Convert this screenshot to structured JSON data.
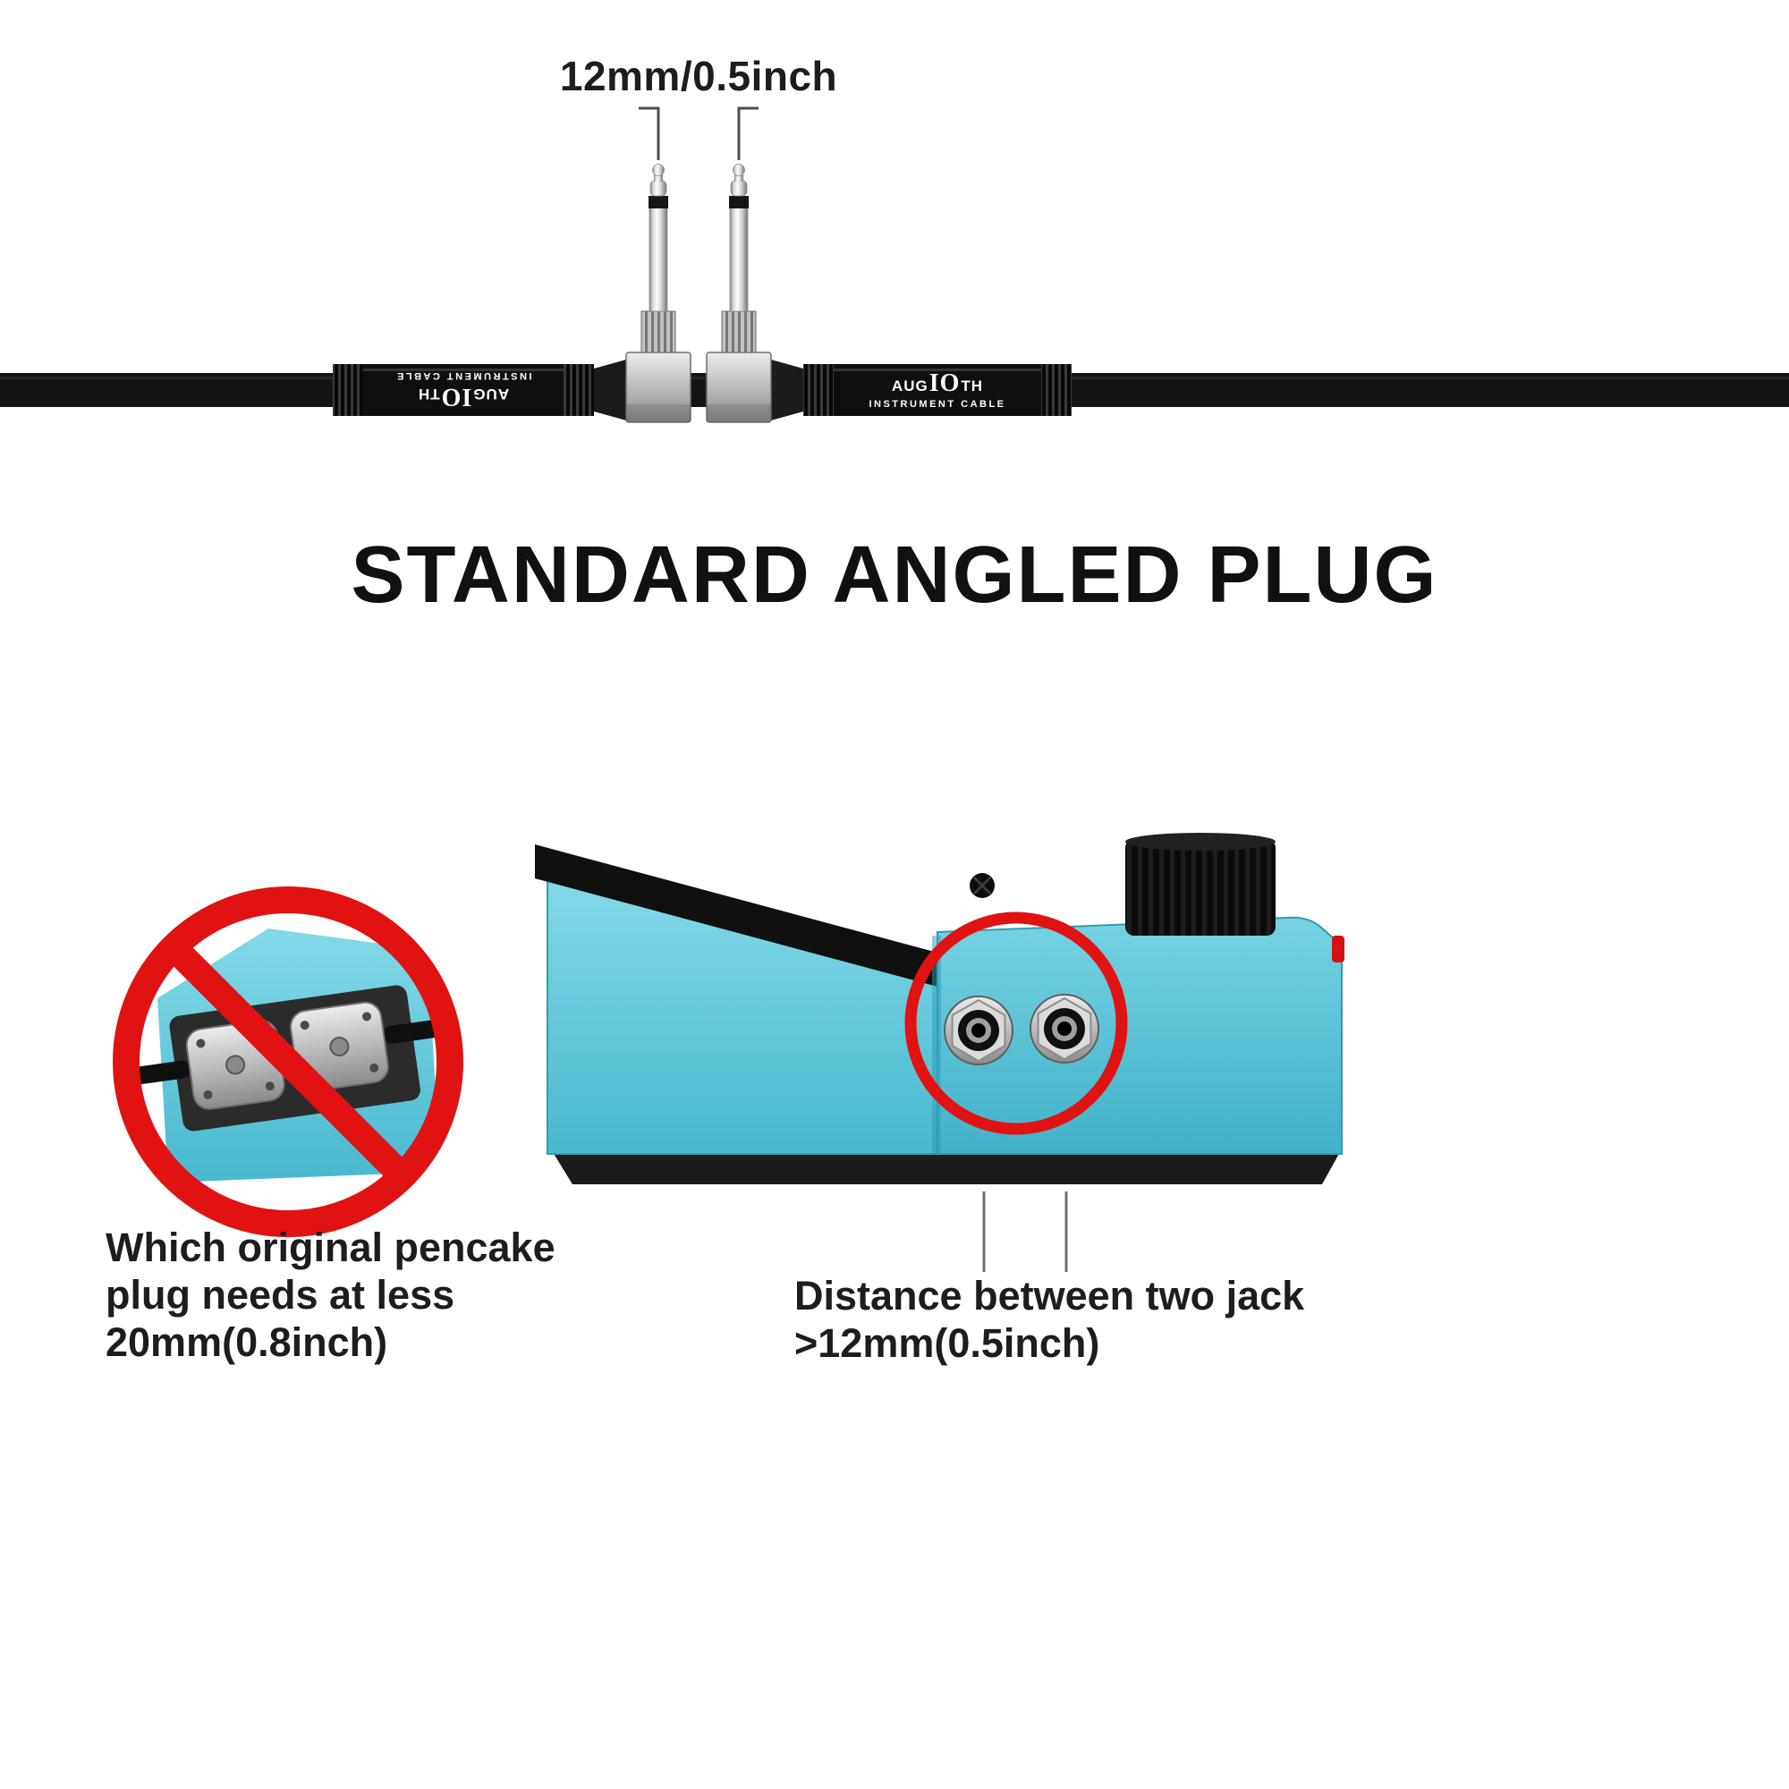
{
  "colors": {
    "background": "#ffffff",
    "text": "#1d1d1d",
    "accent_red": "#e01212",
    "pedal_blue": "#5cc6da",
    "cable_black": "#141414",
    "metal_silver": "#c9c9c9"
  },
  "top_measurement": {
    "label": "12mm/0.5inch"
  },
  "heading": {
    "title": "STANDARD ANGLED PLUG"
  },
  "cable_label": {
    "brand_prefix": "AUG",
    "brand_mid": "IO",
    "brand_suffix": "TH",
    "subtitle": "INSTRUMENT CABLE"
  },
  "prohibition_note": {
    "line1": "Which original pencake",
    "line2": "plug needs at less",
    "line3": "20mm(0.8inch)"
  },
  "jack_distance_note": {
    "line1": "Distance between two jack",
    "line2": ">12mm(0.5inch)"
  }
}
